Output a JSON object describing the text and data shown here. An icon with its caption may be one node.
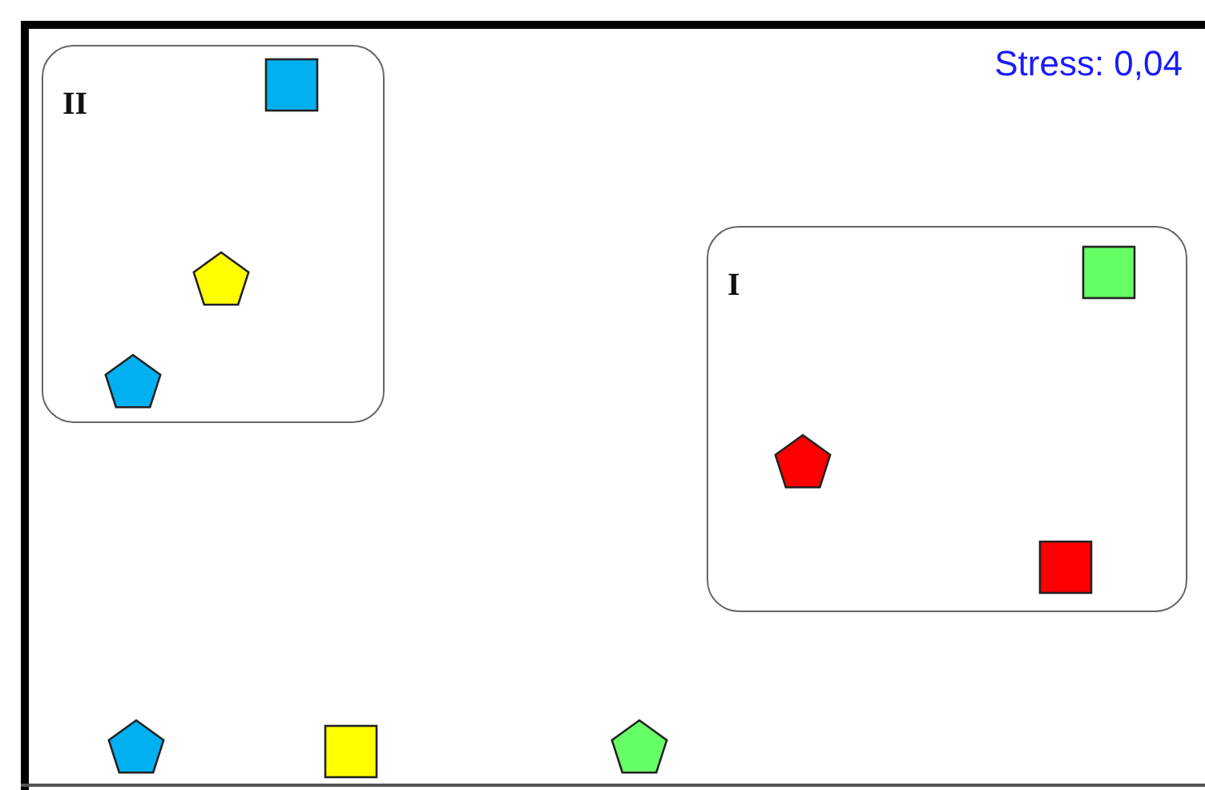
{
  "diagram": {
    "nodes": [
      {
        "text": [
          "II"
        ]
      },
      {
        "text": [],
        "shape": "box",
        "in": 0
      },
      {
        "text": [],
        "shape": "pentagon",
        "in": 0
      },
      {
        "text": [],
        "shape": "pentagon",
        "in": 0
      },
      {
        "text": [
          "I"
        ]
      },
      {
        "text": [],
        "shape": "box",
        "in": 4
      },
      {
        "text": [],
        "shape": "pentagon",
        "in": 4
      },
      {
        "text": [],
        "shape": "box",
        "in": 4
      },
      {
        "text": [],
        "shape": "pentagon"
      },
      {
        "text": [],
        "shape": "box"
      },
      {
        "text": [],
        "shape": "pentagon"
      }
    ],
    "labels": [
      "Stress: 0,04"
    ]
  }
}
